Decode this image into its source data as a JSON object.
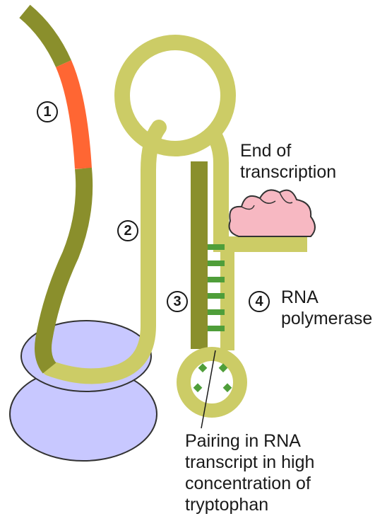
{
  "markers": [
    "1",
    "2",
    "3",
    "4"
  ],
  "labels": {
    "end_of_transcription": [
      "End of",
      "transcription"
    ],
    "rna_polymerase": [
      "RNA",
      "polymerase"
    ],
    "pairing": [
      "Pairing in RNA",
      "transcript in high",
      "concentration of",
      "tryptophan"
    ]
  },
  "colors": {
    "transcript": "#cccc66",
    "dna_dark": "#8a8f2c",
    "leader_peptide_region": "#ff6633",
    "ribosome": "#c8c8ff",
    "polymerase": "#f7b8c2",
    "base_pairs": "#4f9e3a"
  }
}
